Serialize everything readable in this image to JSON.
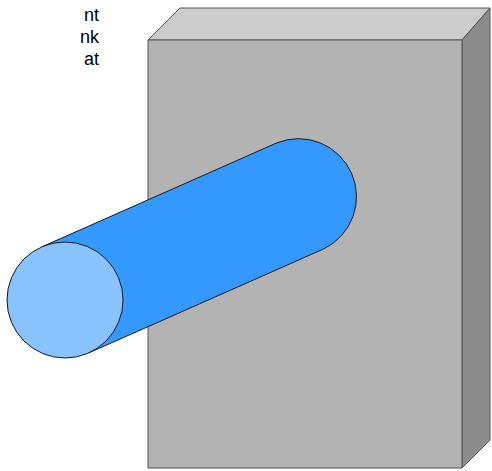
{
  "diagram": {
    "labels": [
      "nt",
      "nk",
      "at"
    ]
  }
}
